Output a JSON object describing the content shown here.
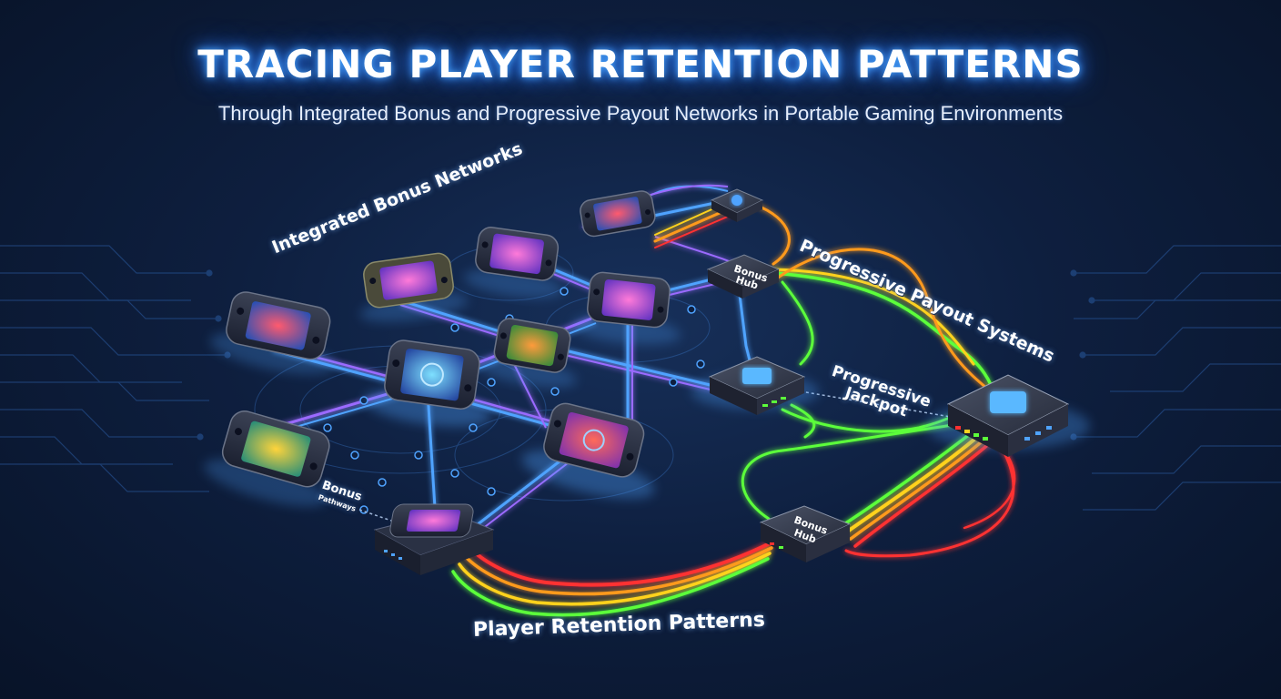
{
  "header": {
    "title": "TRACING PLAYER RETENTION PATTERNS",
    "subtitle": "Through Integrated Bonus and Progressive Payout Networks in Portable Gaming Environments"
  },
  "labels": {
    "bonus_networks": "Integrated Bonus Networks",
    "payout_systems": "Progressive Payout Systems",
    "jackpot_line1": "Progressive",
    "jackpot_line2": "Jackpot",
    "pathways_line1": "Bonus",
    "pathways_line2": "Pathways",
    "retention": "Player Retention Patterns",
    "hub_top_line1": "Bonus",
    "hub_top_line2": "Hub",
    "hub_bottom_line1": "Bonus",
    "hub_bottom_line2": "Hub"
  },
  "colors": {
    "background": "#0e1f3f",
    "title_glow": "#2f7dff",
    "path_blue": "#4fa3ff",
    "path_purple": "#9b6bff",
    "path_orange": "#ff9a1f",
    "path_green": "#5cff3a",
    "path_red": "#ff3030",
    "path_yellow": "#ffd21f"
  },
  "icons": {
    "device": "handheld-console-icon",
    "hub": "server-hub-icon"
  }
}
